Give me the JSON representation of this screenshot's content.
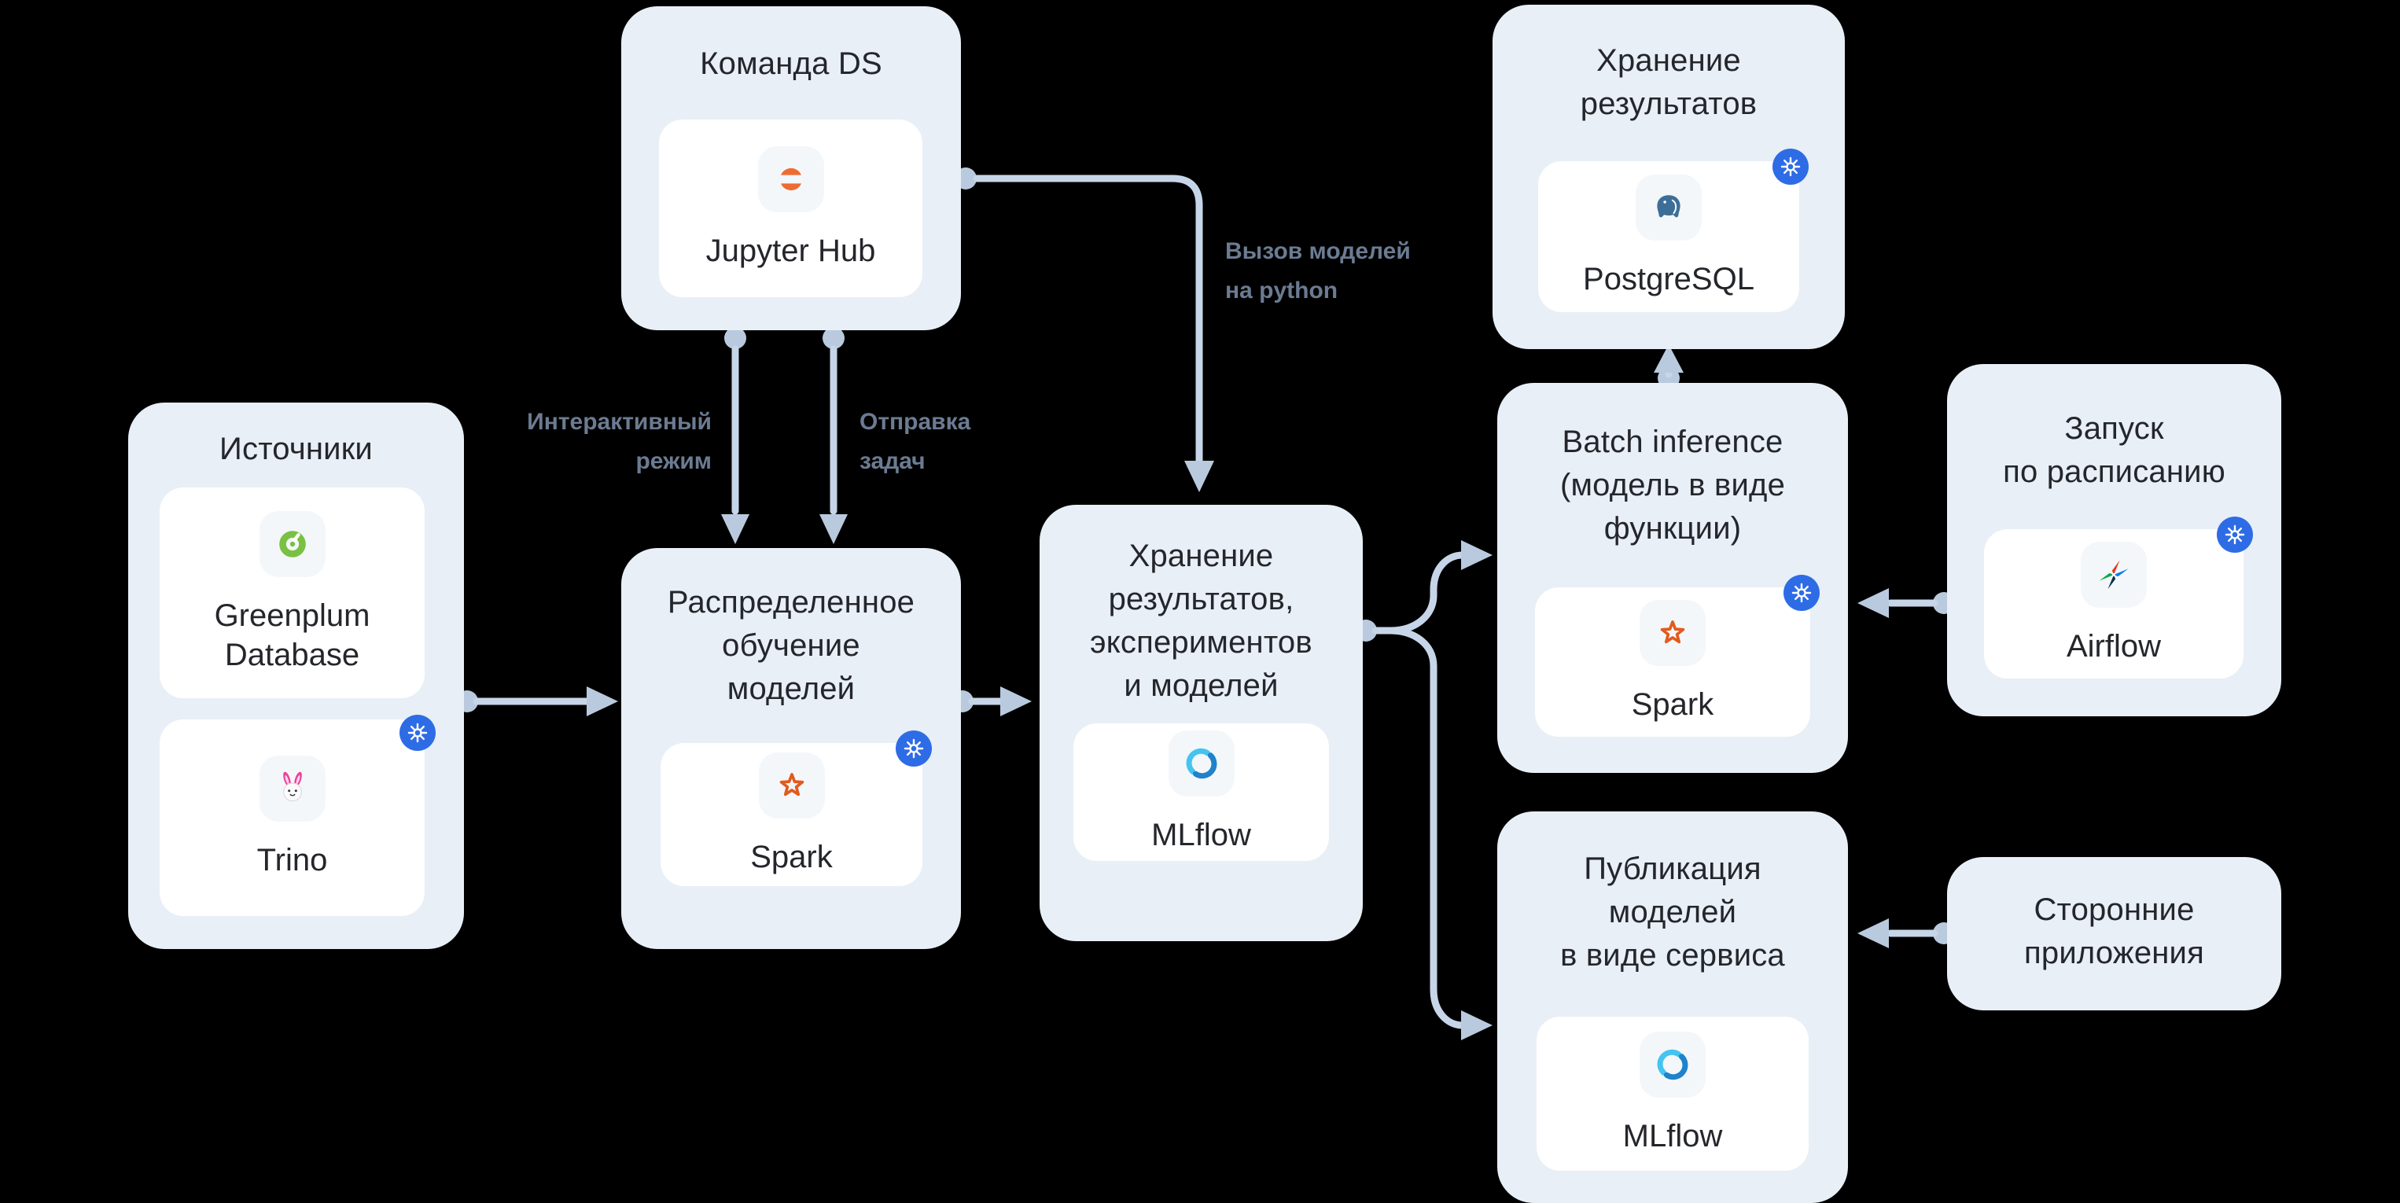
{
  "colors": {
    "background": "#000000",
    "group_fill": "#e8eff6",
    "card_fill": "#ffffff",
    "connector": "#c7d5e8",
    "edge_label_text": "#6b7b92",
    "title_text": "#24262b",
    "kubernetes_blue": "#2e6ce6",
    "jupyter_orange": "#ee6c30",
    "spark_orange": "#e25a1c",
    "greenplum_green": "#7ac143",
    "mlflow_light_blue": "#45c4f0",
    "mlflow_dark_blue": "#1f83cc",
    "postgresql_blue": "#3d6e97",
    "airflow_blue": "#017cee"
  },
  "groups": [
    {
      "title": "Команда DS",
      "cards": [
        {
          "label": "Jupyter Hub",
          "icon": "jupyter-icon",
          "kubernetes": false
        }
      ]
    },
    {
      "title": "Источники",
      "cards": [
        {
          "label": "Greenplum\nDatabase",
          "icon": "greenplum-icon",
          "kubernetes": false
        },
        {
          "label": "Trino",
          "icon": "trino-icon",
          "kubernetes": true
        }
      ]
    },
    {
      "title": "Распределенное\nобучение\nмоделей",
      "cards": [
        {
          "label": "Spark",
          "icon": "spark-icon",
          "kubernetes": true
        }
      ]
    },
    {
      "title": "Хранение\nрезультатов,\nэкспериментов\nи моделей",
      "cards": [
        {
          "label": "MLflow",
          "icon": "mlflow-icon",
          "kubernetes": false
        }
      ]
    },
    {
      "title": "Хранение\nрезультатов",
      "cards": [
        {
          "label": "PostgreSQL",
          "icon": "postgresql-icon",
          "kubernetes": true
        }
      ]
    },
    {
      "title": "Batch inference\n(модель в виде\nфункции)",
      "cards": [
        {
          "label": "Spark",
          "icon": "spark-icon",
          "kubernetes": true
        }
      ]
    },
    {
      "title": "Запуск\nпо расписанию",
      "cards": [
        {
          "label": "Airflow",
          "icon": "airflow-icon",
          "kubernetes": true
        }
      ]
    },
    {
      "title": "Публикация\nмоделей\nв виде сервиса",
      "cards": [
        {
          "label": "MLflow",
          "icon": "mlflow-icon",
          "kubernetes": false
        }
      ]
    },
    {
      "title": "Сторонние\nприложения",
      "cards": []
    }
  ],
  "edge_labels": [
    {
      "text": "Интерактивный\nрежим"
    },
    {
      "text": "Отправка\nзадач"
    },
    {
      "text": "Вызов моделей\nна python"
    }
  ]
}
